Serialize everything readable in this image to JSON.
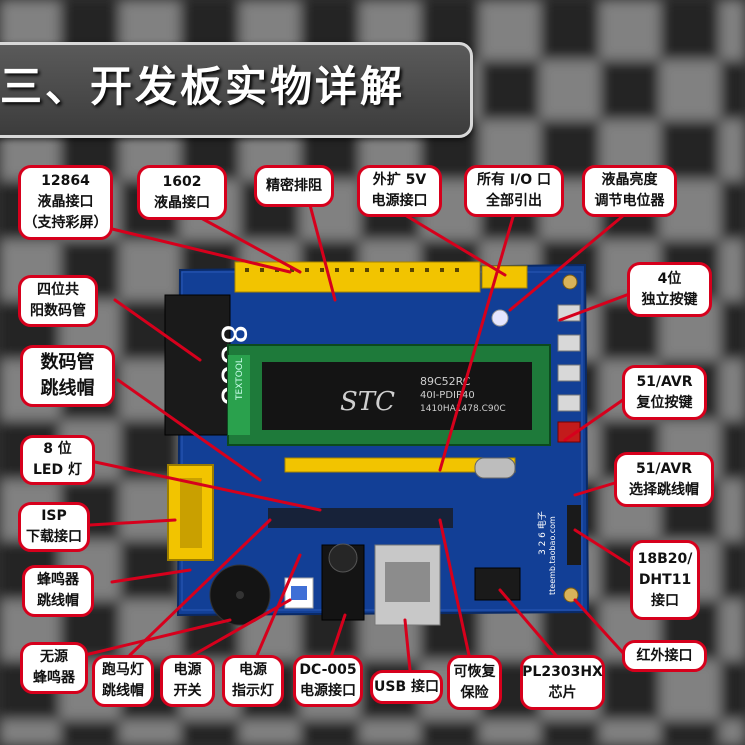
{
  "title": "三、开发板实物详解",
  "board": {
    "chip_brand": "STC",
    "chip_model": "89C52RC",
    "chip_package": "40I-PDIP40",
    "chip_code": "1410HA1478.C90C",
    "socket_label": "TEXTOOL",
    "website": "tteemb.taobao.com",
    "brand_text": "3 2 6 电子"
  },
  "callouts": {
    "lcd12864": [
      "12864",
      "液晶接口",
      "（支持彩屏）"
    ],
    "lcd1602": [
      "1602",
      "液晶接口"
    ],
    "resistor": [
      "精密排阻"
    ],
    "ext5v": [
      "外扩 5V",
      "电源接口"
    ],
    "io": [
      "所有 I/O 口",
      "全部引出"
    ],
    "pot": [
      "液晶亮度",
      "调节电位器"
    ],
    "seg4": [
      "四位共",
      "阳数码管"
    ],
    "keys": [
      "4位",
      "独立按键"
    ],
    "segjumper": [
      "数码管",
      "跳线帽"
    ],
    "reset": [
      "51/AVR",
      "复位按键"
    ],
    "led": [
      "8 位",
      "LED 灯"
    ],
    "selectjumper": [
      "51/AVR",
      "选择跳线帽"
    ],
    "isp": [
      "ISP",
      "下载接口"
    ],
    "sensor": [
      "18B20/",
      "DHT11",
      "接口"
    ],
    "buzzerjumper": [
      "蜂鸣器",
      "跳线帽"
    ],
    "ir": [
      "红外接口"
    ],
    "buzzer": [
      "无源",
      "蜂鸣器"
    ],
    "marquee": [
      "跑马灯",
      "跳线帽"
    ],
    "switch": [
      "电源",
      "开关"
    ],
    "powerled": [
      "电源",
      "指示灯"
    ],
    "dc": [
      "DC-005",
      "电源接口"
    ],
    "usb": [
      "USB 接口"
    ],
    "fuse": [
      "可恢复",
      "保险"
    ],
    "pl2303": [
      "PL2303HX",
      "芯片"
    ]
  }
}
